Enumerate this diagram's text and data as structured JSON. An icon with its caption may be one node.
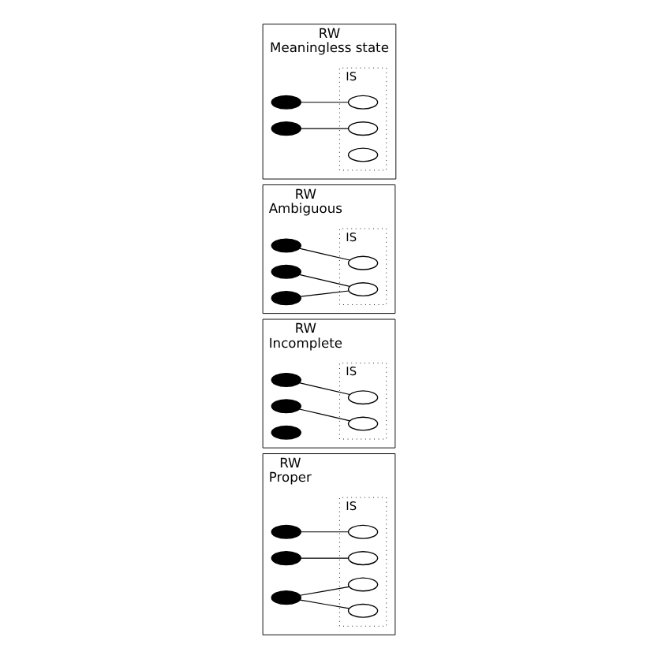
{
  "diagram": {
    "nodes": [
      {
        "text": [
          "RW",
          "Proper"
        ]
      },
      {
        "text": [
          "IS"
        ],
        "in": 0
      },
      {
        "text": [],
        "shape": "ellipse",
        "in": 0
      },
      {
        "text": [],
        "shape": "ellipse",
        "in": 0
      },
      {
        "text": [],
        "shape": "ellipse",
        "in": 0
      },
      {
        "text": [],
        "shape": "ellipse",
        "in": 1
      },
      {
        "text": [],
        "shape": "ellipse",
        "in": 1
      },
      {
        "text": [],
        "shape": "ellipse",
        "in": 1
      },
      {
        "text": [],
        "shape": "ellipse",
        "in": 1
      },
      {
        "text": [
          "RW",
          "Incomplete"
        ]
      },
      {
        "text": [
          "IS"
        ],
        "in": 9
      },
      {
        "text": [],
        "shape": "ellipse",
        "in": 9
      },
      {
        "text": [],
        "shape": "ellipse",
        "in": 9
      },
      {
        "text": [],
        "shape": "ellipse",
        "in": 9
      },
      {
        "text": [],
        "shape": "ellipse",
        "in": 10
      },
      {
        "text": [],
        "shape": "ellipse",
        "in": 10
      },
      {
        "text": [
          "RW",
          "Ambiguous"
        ]
      },
      {
        "text": [
          "IS"
        ],
        "in": 16
      },
      {
        "text": [],
        "shape": "ellipse",
        "in": 16
      },
      {
        "text": [],
        "shape": "ellipse",
        "in": 16
      },
      {
        "text": [],
        "shape": "ellipse",
        "in": 16
      },
      {
        "text": [],
        "shape": "ellipse",
        "in": 17
      },
      {
        "text": [],
        "shape": "ellipse",
        "in": 17
      },
      {
        "text": [
          "RW",
          "Meaningless state"
        ]
      },
      {
        "text": [
          "IS"
        ],
        "in": 23
      },
      {
        "text": [],
        "shape": "ellipse",
        "in": 23
      },
      {
        "text": [],
        "shape": "ellipse",
        "in": 23
      },
      {
        "text": [],
        "shape": "ellipse",
        "in": 24
      },
      {
        "text": [],
        "shape": "ellipse",
        "in": 24
      },
      {
        "text": [],
        "shape": "ellipse",
        "in": 24
      }
    ],
    "edges": [
      {
        "from": 2,
        "to": 5,
        "arrow": "none"
      },
      {
        "from": 3,
        "to": 6,
        "arrow": "none"
      },
      {
        "from": 4,
        "to": 7,
        "arrow": "none"
      },
      {
        "from": 4,
        "to": 8,
        "arrow": "none"
      },
      {
        "from": 11,
        "to": 14,
        "arrow": "none"
      },
      {
        "from": 12,
        "to": 15,
        "arrow": "none"
      },
      {
        "from": 18,
        "to": 21,
        "arrow": "none"
      },
      {
        "from": 19,
        "to": 22,
        "arrow": "none"
      },
      {
        "from": 20,
        "to": 22,
        "arrow": "none"
      },
      {
        "from": 25,
        "to": 27,
        "arrow": "none"
      },
      {
        "from": 26,
        "to": 28,
        "arrow": "none"
      }
    ]
  }
}
